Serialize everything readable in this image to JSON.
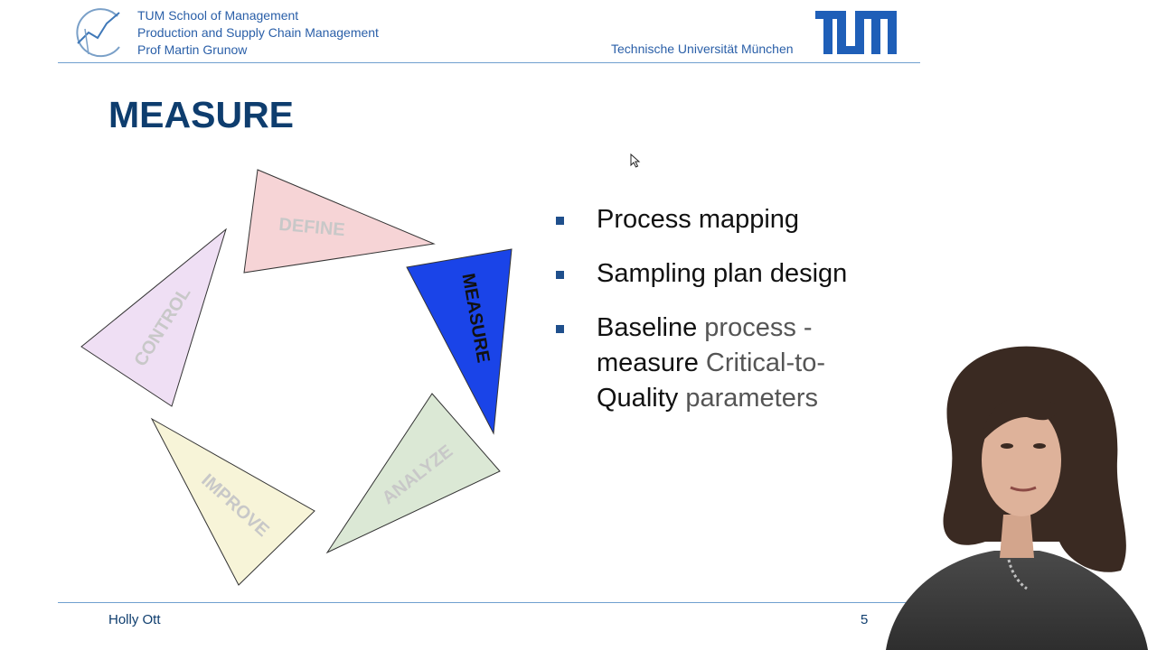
{
  "header": {
    "lines": [
      "TUM School of Management",
      "Production and Supply Chain Management",
      "Prof Martin Grunow"
    ],
    "university": "Technische Universität München",
    "logo_text": "TUM"
  },
  "slide": {
    "title": "MEASURE",
    "page_number": "5"
  },
  "cycle": {
    "phases": [
      {
        "label": "DEFINE",
        "active": false,
        "color": "#f6d4d6"
      },
      {
        "label": "MEASURE",
        "active": true,
        "color": "#1a44e8"
      },
      {
        "label": "ANALYZE",
        "active": false,
        "color": "#dbe8d5"
      },
      {
        "label": "IMPROVE",
        "active": false,
        "color": "#f7f4d8"
      },
      {
        "label": "CONTROL",
        "active": false,
        "color": "#efdff4"
      }
    ]
  },
  "bullets": [
    {
      "parts": [
        "Process mapping"
      ]
    },
    {
      "parts": [
        "Sampling plan design"
      ]
    },
    {
      "parts": [
        "Baseline",
        " process -",
        "measure",
        " Critical-to-",
        "Quality",
        " parameters"
      ]
    }
  ],
  "footer": {
    "presenter": "Holly Ott"
  },
  "colors": {
    "brand_blue": "#2a5fa8",
    "title_navy": "#0e3d6e",
    "rule": "#6fa0cf"
  }
}
